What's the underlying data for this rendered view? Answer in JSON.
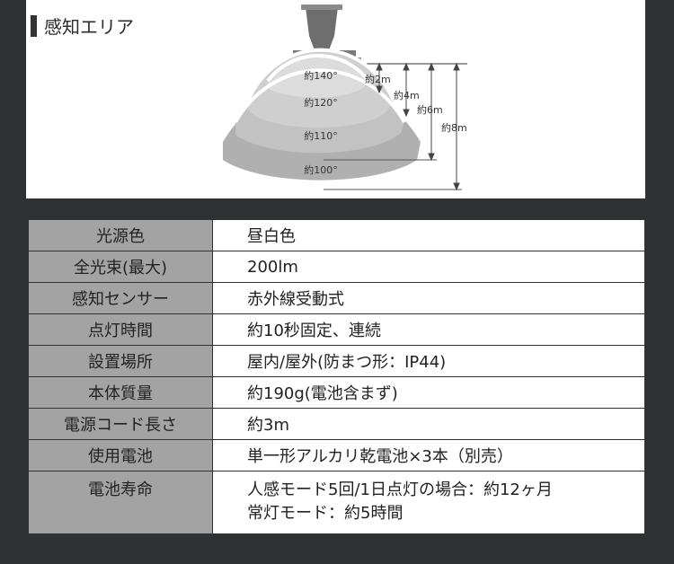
{
  "section": {
    "title": "感知エリア"
  },
  "diagram": {
    "angles": [
      "約140°",
      "約120°",
      "約110°",
      "約100°"
    ],
    "distances": [
      "約2m",
      "約4m",
      "約6m",
      "約8m"
    ]
  },
  "specs": [
    {
      "label": "光源色",
      "value": "昼白色"
    },
    {
      "label": "全光束(最大)",
      "value": "200lm"
    },
    {
      "label": "感知センサー",
      "value": "赤外線受動式"
    },
    {
      "label": "点灯時間",
      "value": "約10秒固定、連続"
    },
    {
      "label": "設置場所",
      "value": "屋内/屋外(防まつ形：IP44)"
    },
    {
      "label": "本体質量",
      "value": "約190g(電池含まず)"
    },
    {
      "label": "電源コード長さ",
      "value": "約3m"
    },
    {
      "label": "使用電池",
      "value": "単一形アルカリ乾電池×3本（別売）"
    },
    {
      "label": "電池寿命",
      "value_lines": [
        "人感モード5回/1日点灯の場合：約12ヶ月",
        "常灯モード：約5時間"
      ]
    }
  ],
  "colors": {
    "background": "#2f3133",
    "label_cell": "#a3a3a3",
    "value_cell": "#ffffff"
  }
}
